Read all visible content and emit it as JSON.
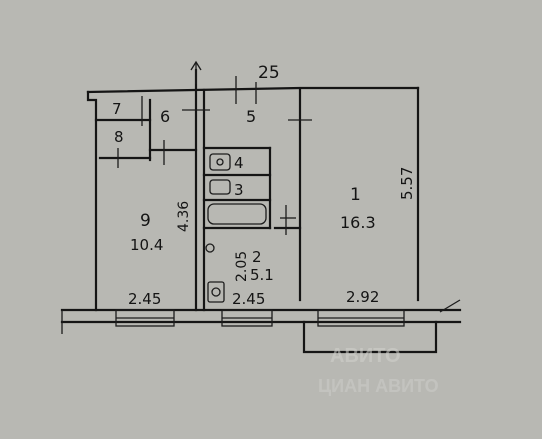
{
  "plan": {
    "overall_width": "25",
    "labels": {
      "r7": "7",
      "r8": "8",
      "r6": "6",
      "r5": "5",
      "r4": "4",
      "r3": "3",
      "r9": "9",
      "r9_area": "10.4",
      "r2": "2",
      "r2_area": "5.1",
      "r1": "1",
      "r1_area": "16.3",
      "dim_436": "4.36",
      "dim_205": "2.05",
      "dim_557": "5.57",
      "dim_245_left": "2.45",
      "dim_245_mid": "2.45",
      "dim_292": "2.92"
    }
  },
  "watermark": {
    "line1": "АВИТО",
    "line2": "ЦИАН АВИТО"
  }
}
